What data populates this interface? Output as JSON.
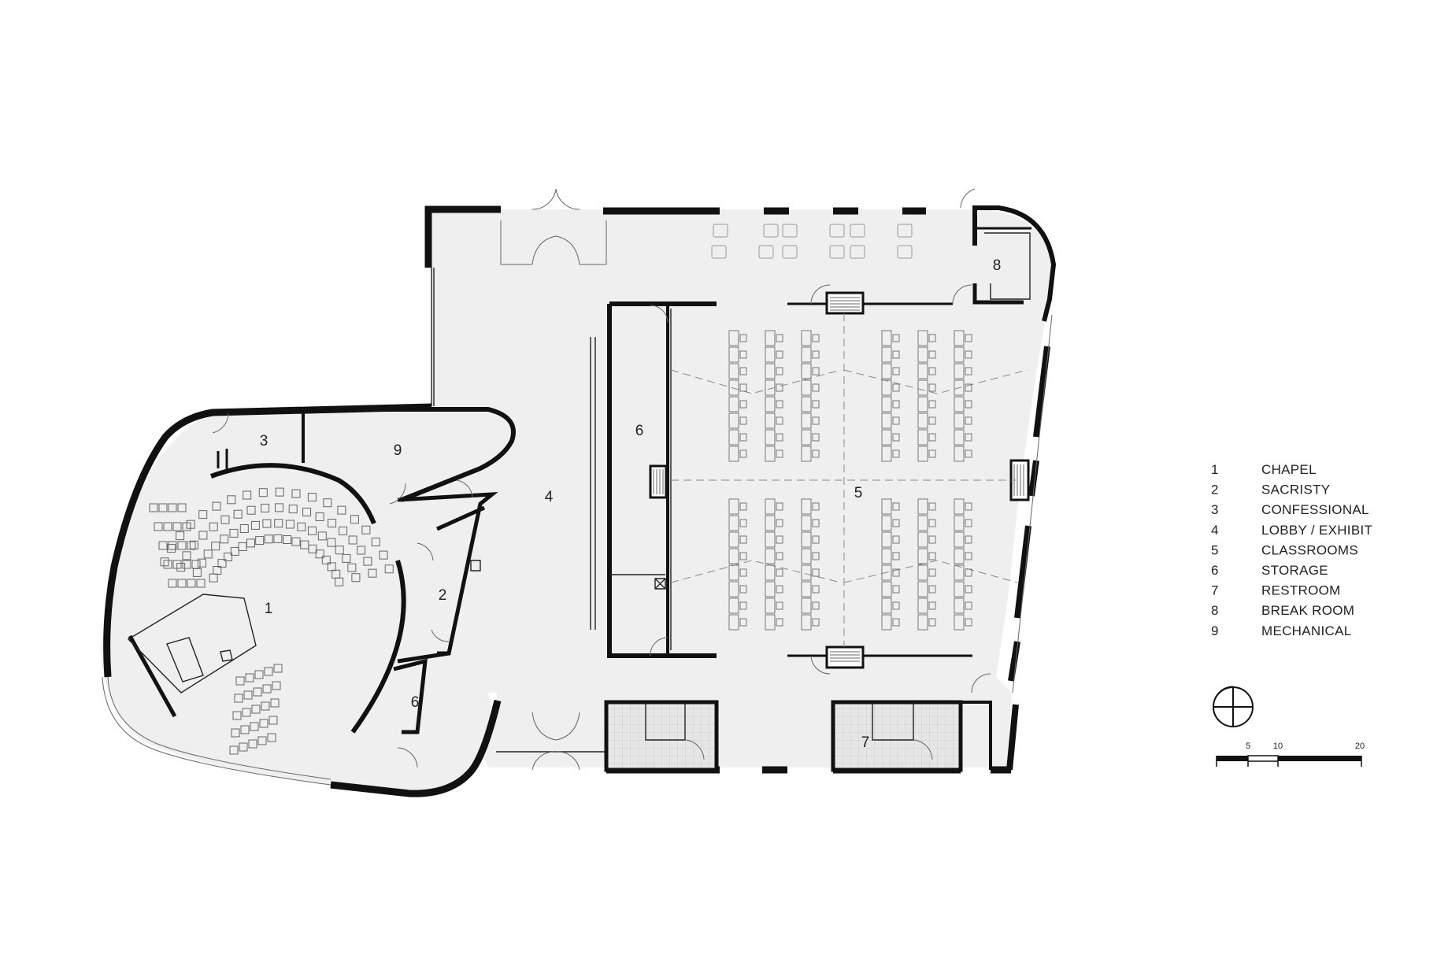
{
  "rooms": [
    {
      "num": "1",
      "name": "CHAPEL"
    },
    {
      "num": "2",
      "name": "SACRISTY"
    },
    {
      "num": "3",
      "name": "CONFESSIONAL"
    },
    {
      "num": "4",
      "name": "LOBBY / EXHIBIT"
    },
    {
      "num": "5",
      "name": "CLASSROOMS"
    },
    {
      "num": "6",
      "name": "STORAGE"
    },
    {
      "num": "7",
      "name": "RESTROOM"
    },
    {
      "num": "8",
      "name": "BREAK ROOM"
    },
    {
      "num": "9",
      "name": "MECHANICAL"
    }
  ],
  "plan_labels": {
    "chapel": "1",
    "sacristy": "2",
    "confessional": "3",
    "lobby": "4",
    "classrooms": "5",
    "storage_east": "6",
    "storage_west": "6",
    "restroom": "7",
    "break_room": "8",
    "mechanical": "9"
  },
  "scale_bar": {
    "labels": [
      "5",
      "10",
      "20"
    ]
  },
  "colors": {
    "floor": "#efefef",
    "wall": "#111111",
    "background": "#ffffff"
  },
  "icons": {
    "north_arrow": "north-arrow-icon"
  }
}
